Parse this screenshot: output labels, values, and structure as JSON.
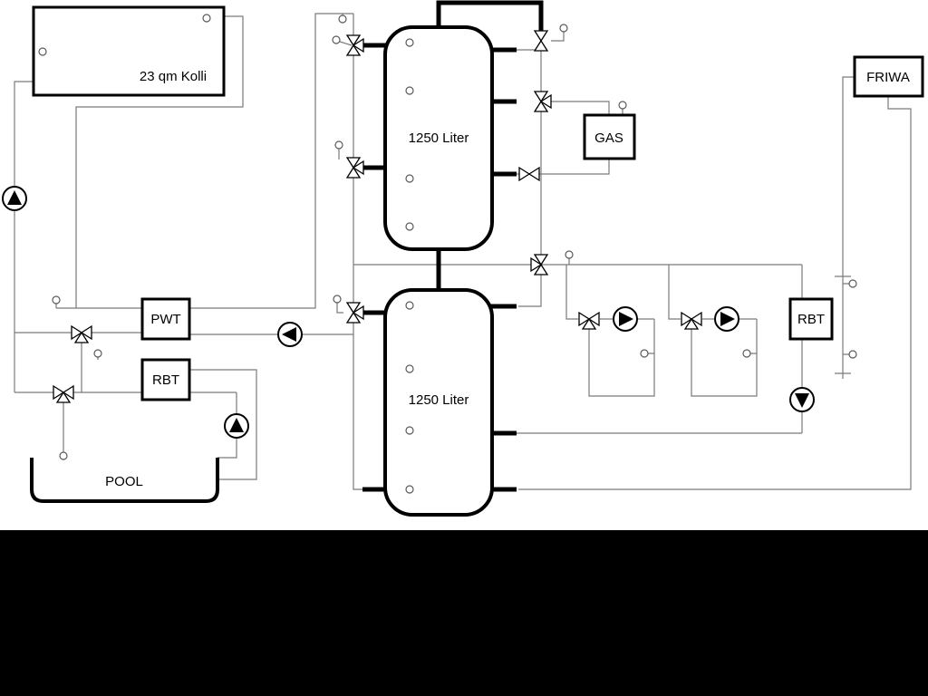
{
  "colors": {
    "background": "#ffffff",
    "pipe_thin": "#7a7a7a",
    "pipe_thick": "#000000",
    "bottom_band": "#000000"
  },
  "labels": {
    "collector": "23 qm Kolli",
    "tank_top": "1250 Liter",
    "tank_bottom": "1250 Liter",
    "gas": "GAS",
    "friwa": "FRIWA",
    "pwt": "PWT",
    "rbt_left": "RBT",
    "rbt_right": "RBT",
    "pool": "POOL"
  }
}
